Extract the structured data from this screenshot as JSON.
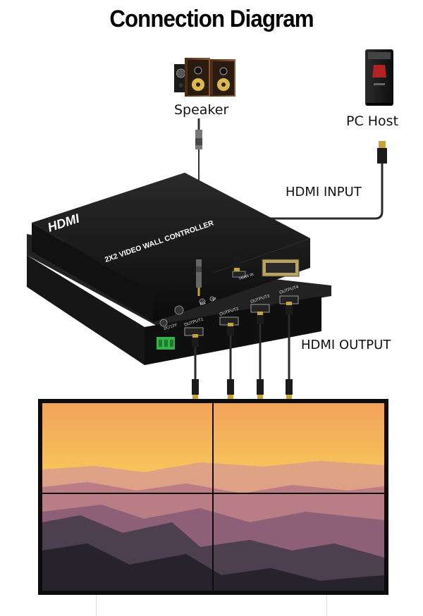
{
  "title": "Connection Diagram",
  "labels": {
    "speaker": "Speaker",
    "pc_host": "PC Host",
    "hdmi_input": "HDMI INPUT",
    "hdmi_output": "HDMI OUTPUT"
  },
  "device": {
    "logo": "HDMI",
    "name": "2X2 VIDEO WALL CONTROLLER",
    "ports": {
      "dc": "DC/12V",
      "audio": "A/L",
      "ir": "IR",
      "hdmi_in": "HDMI IN",
      "out1": "OUTPUT1",
      "out2": "OUTPUT2",
      "out3": "OUTPUT3",
      "out4": "OUTPUT4"
    }
  },
  "colors": {
    "device_body": "#1b1b1b",
    "cable": "#2a2a2a",
    "connector_gold": "#c9a23a",
    "terminal_green": "#35b04a",
    "sky_top": "#f2a35b",
    "sky_mid": "#f7c25a",
    "mountain": "#3b3a44"
  },
  "icons": [
    "speaker-icon",
    "pc-tower-icon",
    "audio-jack-icon",
    "hdmi-plug-icon"
  ]
}
